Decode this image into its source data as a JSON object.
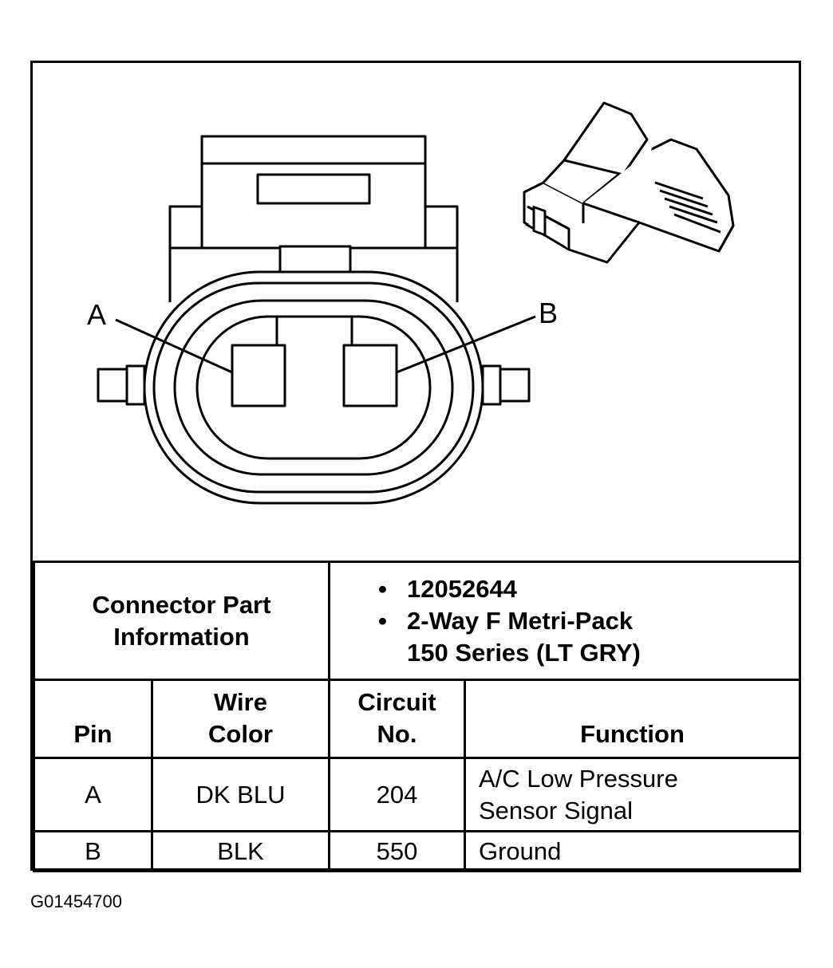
{
  "diagram": {
    "pin_labels": [
      "A",
      "B"
    ]
  },
  "connector_info": {
    "label": "Connector Part Information",
    "values": [
      "12052644",
      "2-Way F Metri-Pack 150 Series (LT GRY)"
    ]
  },
  "pin_table": {
    "headers": {
      "pin": "Pin",
      "wire_color": "Wire Color",
      "circuit_no": "Circuit No.",
      "function": "Function"
    },
    "rows": [
      {
        "pin": "A",
        "wire_color": "DK BLU",
        "circuit_no": "204",
        "function": "A/C Low Pressure Sensor Signal"
      },
      {
        "pin": "B",
        "wire_color": "BLK",
        "circuit_no": "550",
        "function": "Ground"
      }
    ]
  },
  "figure_id": "G01454700"
}
